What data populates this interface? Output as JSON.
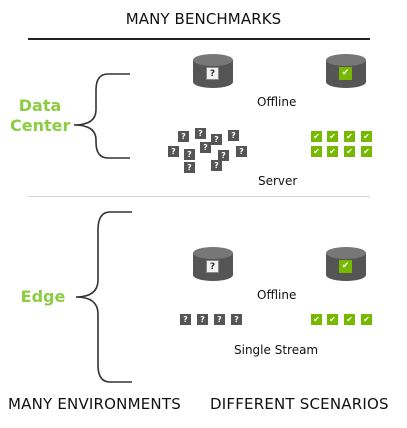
{
  "title": "MANY BENCHMARKS",
  "data_center": {
    "label_line1": "Data",
    "label_line2": "Center",
    "offline_label": "Offline",
    "server_label": "Server"
  },
  "edge": {
    "label": "Edge",
    "offline_label": "Offline",
    "single_stream_label": "Single Stream"
  },
  "bottom": {
    "left": "MANY ENVIRONMENTS",
    "right": "DIFFERENT SCENARIOS"
  },
  "glyphs": {
    "question": "?",
    "check": "✔"
  },
  "colors": {
    "accent": "#76b900",
    "env_label": "#8ccc45",
    "db_body": "#555555",
    "question_box": "#555555"
  }
}
